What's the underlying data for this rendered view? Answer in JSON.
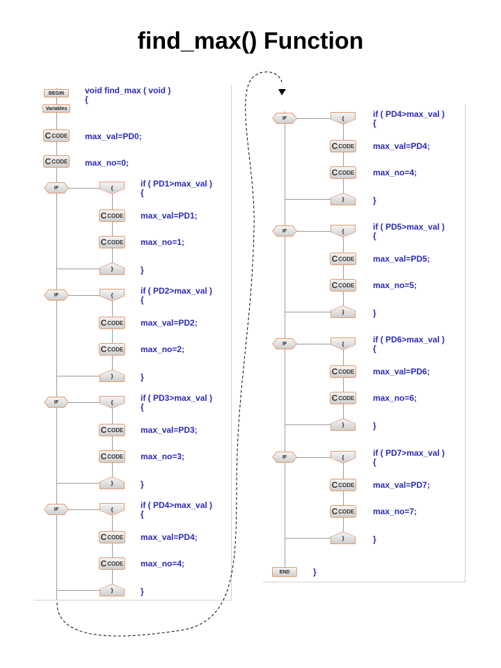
{
  "title": "find_max() Function",
  "labels": {
    "begin": "BEGIN",
    "variables": "Variables",
    "code": "CODE",
    "code_c": "C",
    "if": "IF",
    "open": "{",
    "close": "}",
    "end": "END"
  },
  "left": {
    "header": [
      "void find_max ( void )",
      "{"
    ],
    "init": [
      "max_val=PD0;",
      "max_no=0;"
    ],
    "ifs": [
      {
        "cond": "if ( PD1>max_val )",
        "open": "{",
        "stmts": [
          "max_val=PD1;",
          "max_no=1;"
        ],
        "close": "}"
      },
      {
        "cond": "if ( PD2>max_val )",
        "open": "{",
        "stmts": [
          "max_val=PD2;",
          "max_no=2;"
        ],
        "close": "}"
      },
      {
        "cond": "if ( PD3>max_val )",
        "open": "{",
        "stmts": [
          "max_val=PD3;",
          "max_no=3;"
        ],
        "close": "}"
      },
      {
        "cond": "if ( PD4>max_val )",
        "open": "{",
        "stmts": [
          "max_val=PD4;",
          "max_no=4;"
        ],
        "close": "}"
      }
    ]
  },
  "right": {
    "ifs": [
      {
        "cond": "if ( PD4>max_val )",
        "open": "{",
        "stmts": [
          "max_val=PD4;",
          "max_no=4;"
        ],
        "close": "}"
      },
      {
        "cond": "if ( PD5>max_val )",
        "open": "{",
        "stmts": [
          "max_val=PD5;",
          "max_no=5;"
        ],
        "close": "}"
      },
      {
        "cond": "if ( PD6>max_val )",
        "open": "{",
        "stmts": [
          "max_val=PD6;",
          "max_no=6;"
        ],
        "close": "}"
      },
      {
        "cond": "if ( PD7>max_val )",
        "open": "{",
        "stmts": [
          "max_val=PD7;",
          "max_no=7;"
        ],
        "close": "}"
      }
    ],
    "end_label": "}"
  }
}
